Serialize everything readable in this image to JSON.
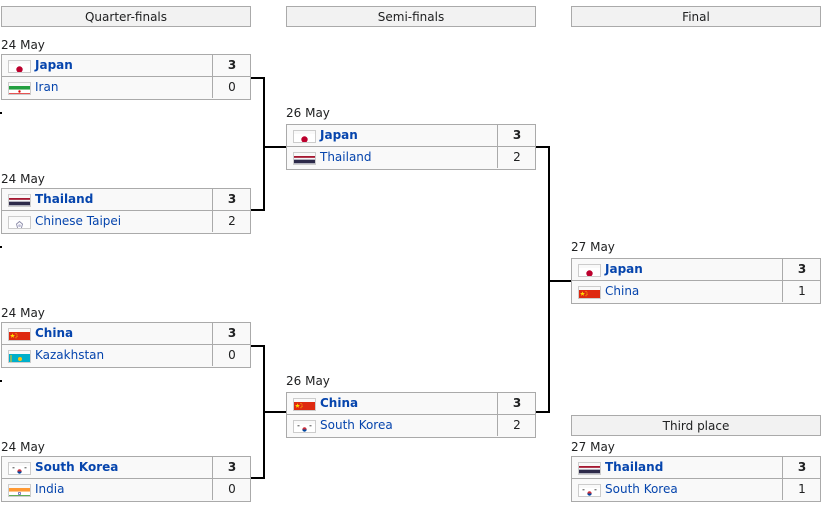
{
  "rounds": {
    "quarterfinals": "Quarter-finals",
    "semifinals": "Semi-finals",
    "final": "Final",
    "third_place": "Third place"
  },
  "qf1": {
    "date": "24 May",
    "home": {
      "team": "Japan",
      "score": "3",
      "flag": "flag-japan-icon"
    },
    "away": {
      "team": "Iran",
      "score": "0",
      "flag": "flag-iran-icon"
    }
  },
  "qf2": {
    "date": "24 May",
    "home": {
      "team": "Thailand",
      "score": "3",
      "flag": "flag-thailand-icon"
    },
    "away": {
      "team": "Chinese Taipei",
      "score": "2",
      "flag": "flag-chinese-taipei-icon"
    }
  },
  "qf3": {
    "date": "24 May",
    "home": {
      "team": "China",
      "score": "3",
      "flag": "flag-china-icon"
    },
    "away": {
      "team": "Kazakhstan",
      "score": "0",
      "flag": "flag-kazakhstan-icon"
    }
  },
  "qf4": {
    "date": "24 May",
    "home": {
      "team": "South Korea",
      "score": "3",
      "flag": "flag-south-korea-icon"
    },
    "away": {
      "team": "India",
      "score": "0",
      "flag": "flag-india-icon"
    }
  },
  "sf1": {
    "date": "26 May",
    "home": {
      "team": "Japan",
      "score": "3",
      "flag": "flag-japan-icon"
    },
    "away": {
      "team": "Thailand",
      "score": "2",
      "flag": "flag-thailand-icon"
    }
  },
  "sf2": {
    "date": "26 May",
    "home": {
      "team": "China",
      "score": "3",
      "flag": "flag-china-icon"
    },
    "away": {
      "team": "South Korea",
      "score": "2",
      "flag": "flag-south-korea-icon"
    }
  },
  "final": {
    "date": "27 May",
    "home": {
      "team": "Japan",
      "score": "3",
      "flag": "flag-japan-icon"
    },
    "away": {
      "team": "China",
      "score": "1",
      "flag": "flag-china-icon"
    }
  },
  "third": {
    "date": "27 May",
    "home": {
      "team": "Thailand",
      "score": "3",
      "flag": "flag-thailand-icon"
    },
    "away": {
      "team": "South Korea",
      "score": "1",
      "flag": "flag-south-korea-icon"
    }
  },
  "colors": {
    "border": "#aaaaaa",
    "row_bg": "#f9f9f9",
    "header_bg": "#f2f2f2",
    "link": "#0645ad",
    "connector": "#000000"
  }
}
